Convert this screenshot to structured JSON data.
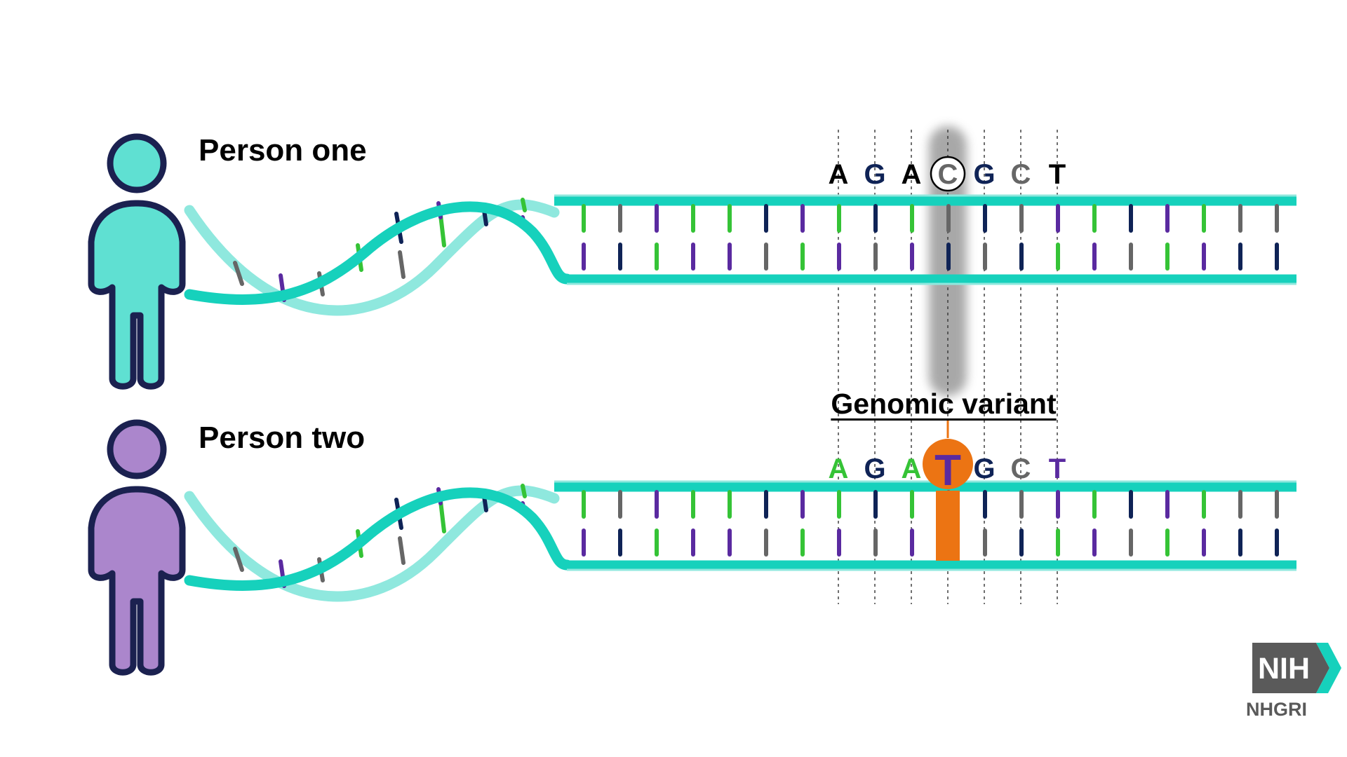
{
  "people": [
    {
      "label": "Person one",
      "color": "#5fe0d2",
      "sequence": [
        "A",
        "G",
        "A",
        "C",
        "G",
        "C",
        "T"
      ]
    },
    {
      "label": "Person two",
      "color": "#ab86cc",
      "sequence": [
        "A",
        "G",
        "A",
        "T",
        "G",
        "C",
        "T"
      ]
    }
  ],
  "variant": {
    "title": "Genomic variant",
    "position_index": 3,
    "reference_base": "C",
    "variant_base": "T"
  },
  "logo": {
    "mark": "NIH",
    "org": "NHGRI"
  },
  "colors": {
    "strand_front": "#16d1bc",
    "strand_back": "#8fe8de",
    "outline": "#1b2150",
    "base_green": "#35c336",
    "base_navy": "#0f2356",
    "base_purple": "#5a2aa0",
    "base_gray": "#666666",
    "variant_orange": "#ec7413",
    "highlight_gray": "#9a9a9a",
    "logo_gray": "#5a5a5a",
    "logo_teal": "#16d1bc"
  },
  "icons": [
    "person-icon",
    "nih-logo-icon",
    "circle-marker-icon"
  ]
}
